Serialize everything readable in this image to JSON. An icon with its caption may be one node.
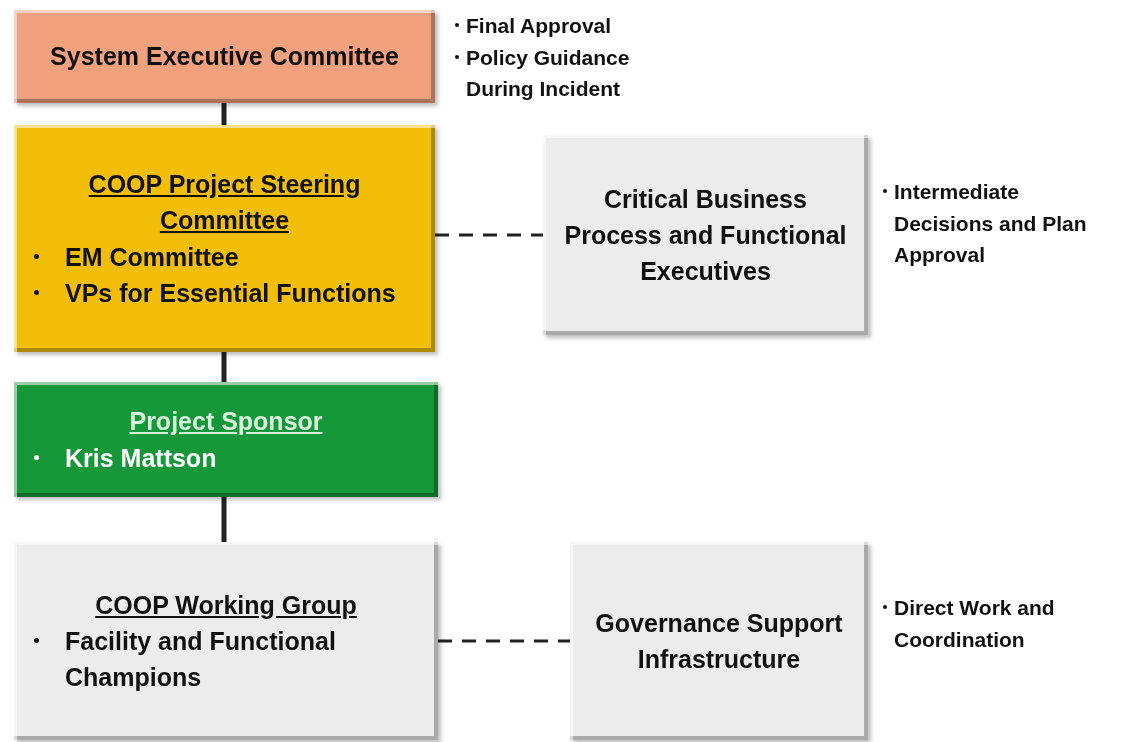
{
  "diagram": {
    "nodes": [
      {
        "text": [
          "System Executive Committee"
        ],
        "beside": [
          "Final Approval",
          "Policy Guidance During Incident"
        ]
      },
      {
        "text": [
          "COOP Project Steering Committee",
          "EM Committee",
          "VPs for Essential Functions"
        ]
      },
      {
        "text": [
          "Critical Business Process and Functional Executives"
        ],
        "beside": [
          "Intermediate Decisions and Plan Approval"
        ]
      },
      {
        "text": [
          "Project Sponsor",
          "Kris Mattson"
        ]
      },
      {
        "text": [
          "COOP Working Group",
          "Facility and Functional Champions"
        ]
      },
      {
        "text": [
          "Governance Support Infrastructure"
        ],
        "beside": [
          "Direct Work and Coordination"
        ]
      }
    ],
    "edges": [
      {
        "from": 0,
        "to": 1,
        "arrow": "none"
      },
      {
        "from": 1,
        "to": 2,
        "arrow": "none",
        "style": "dashed"
      },
      {
        "from": 1,
        "to": 3,
        "arrow": "none"
      },
      {
        "from": 3,
        "to": 4,
        "arrow": "none"
      },
      {
        "from": 4,
        "to": 5,
        "arrow": "none",
        "style": "dashed"
      }
    ]
  }
}
